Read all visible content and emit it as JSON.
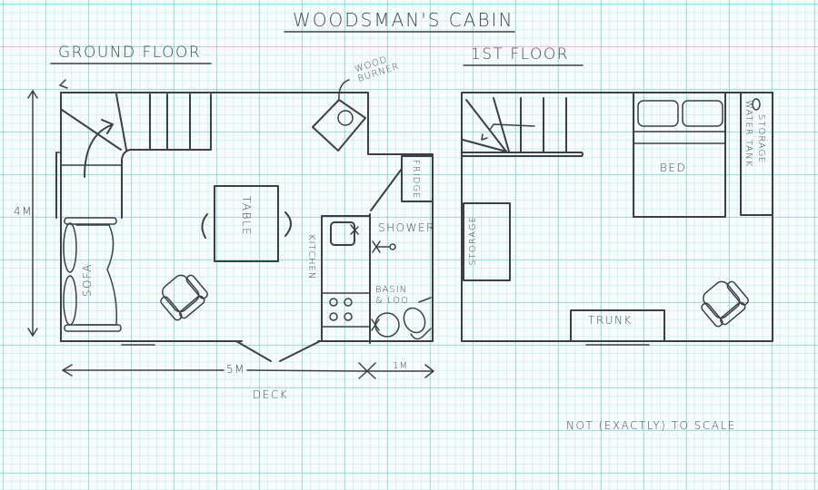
{
  "title": "WOODSMAN'S CABIN",
  "ground_floor": {
    "heading": "GROUND FLOOR",
    "labels": {
      "wood_burner_line1": "WOOD",
      "wood_burner_line2": "BURNER",
      "fridge": "FRIDGE",
      "table": "TABLE",
      "kitchen": "KITCHEN",
      "shower": "SHOWER",
      "basin_loo_line1": "BASIN",
      "basin_loo_line2": "& LOO",
      "sofa": "SOFA"
    },
    "dimensions": {
      "height": "4M",
      "width": "5M",
      "deck_width": "1M",
      "deck": "DECK"
    }
  },
  "first_floor": {
    "heading": "1ST FLOOR",
    "labels": {
      "bed": "BED",
      "storage_water_tank_line1": "STORAGE",
      "storage_water_tank_line2": "WATER TANK",
      "storage": "STORAGE",
      "trunk": "TRUNK"
    }
  },
  "note": "NOT (EXACTLY) TO SCALE",
  "colors": {
    "ink": "#3c4046",
    "grid": "#7fd6d6",
    "paper": "#f8fcfc"
  }
}
